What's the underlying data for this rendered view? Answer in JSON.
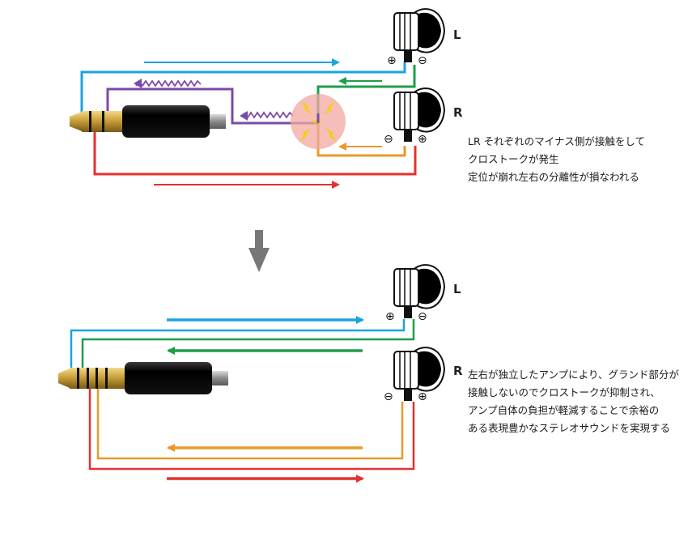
{
  "top": {
    "label_l": "L",
    "label_r": "R",
    "caption": [
      "LR それぞれのマイナス側が接触をして",
      "クロストークが発生",
      "定位が崩れ左右の分離性が損なわれる"
    ]
  },
  "bottom": {
    "label_l": "L",
    "label_r": "R",
    "caption": [
      "左右が独立したアンプにより、グランド部分が",
      "接触しないのでクロストークが抑制され、",
      "アンプ自体の負担が軽減することで余裕の",
      "ある表現豊かなステレオサウンドを実現する"
    ]
  },
  "colors": {
    "left_signal": "#1aa3e0",
    "right_signal": "#e53030",
    "left_ground": "#1f9e4a",
    "right_ground": "#e89a2a",
    "crosstalk": "#7c4aa8",
    "gold": "#c9a13b",
    "plug_body": "#111111",
    "contact_glow": "#f2a8a0"
  },
  "icons": {
    "plus": "⊕",
    "minus": "⊖",
    "down_arrow": "down-arrow-icon"
  }
}
